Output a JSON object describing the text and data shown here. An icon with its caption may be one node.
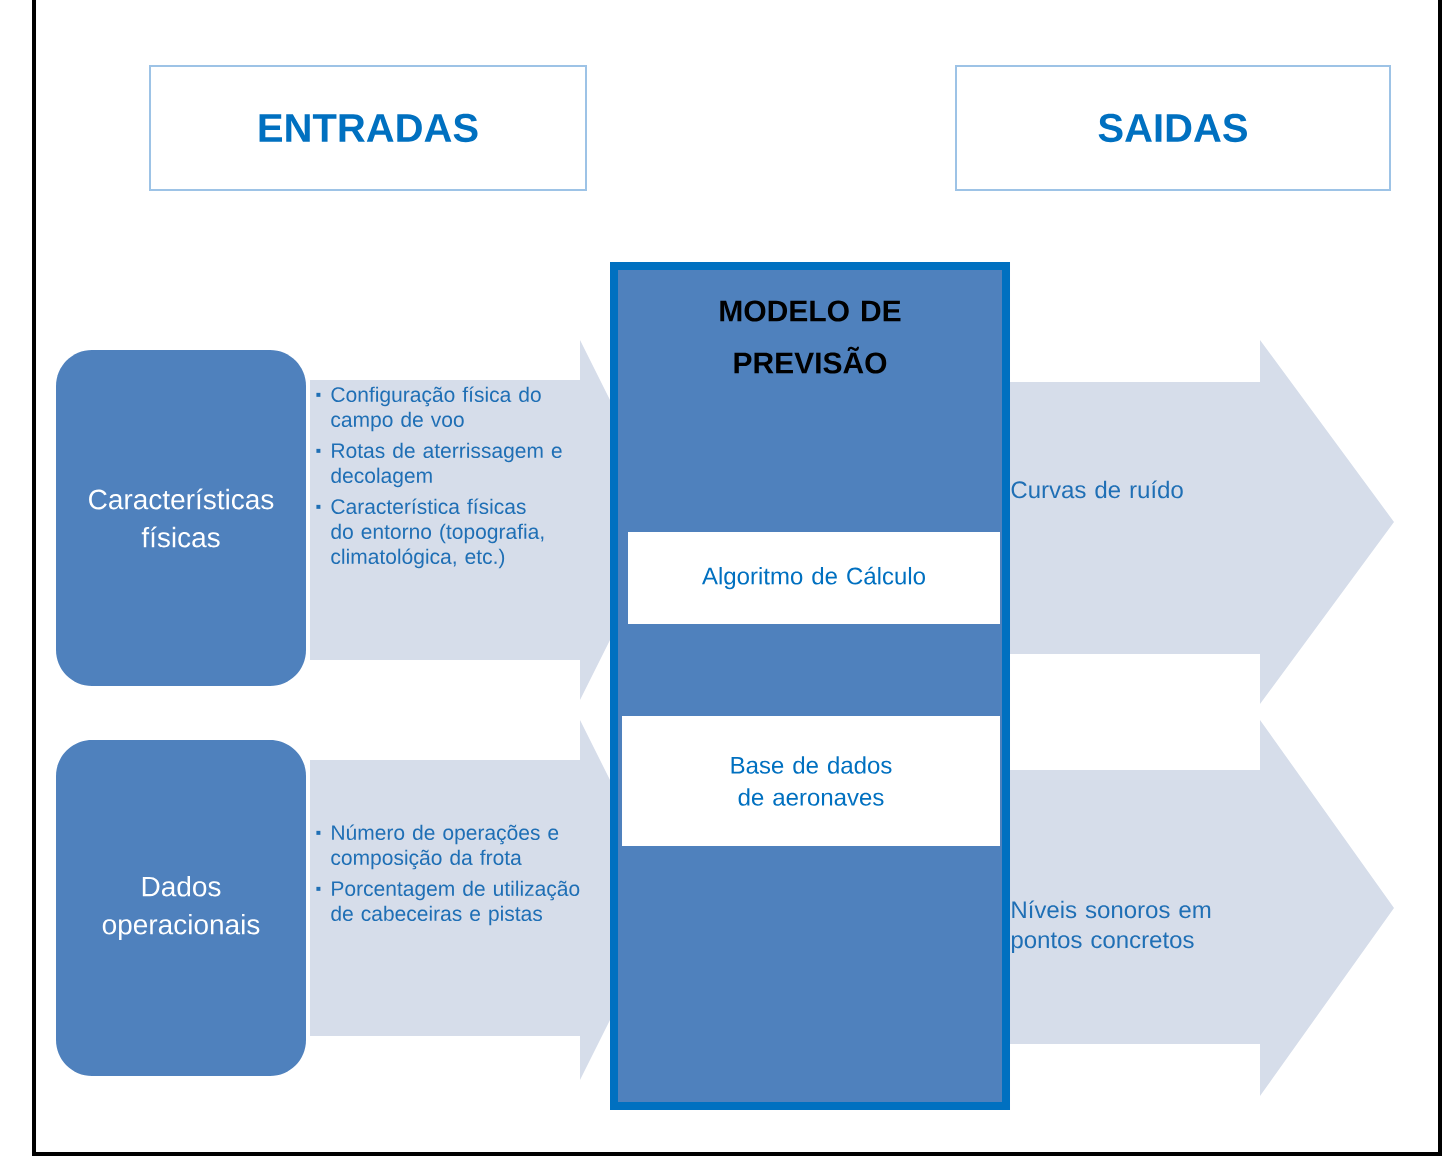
{
  "diagram": {
    "nodes": [
      {
        "text": [
          "ENTRADAS"
        ]
      },
      {
        "text": [
          "SAIDAS"
        ]
      },
      {
        "text": [
          "Características físicas"
        ]
      },
      {
        "text": [
          "Dados operacionais"
        ]
      },
      {
        "text": [
          "MODELO DE PREVISÃO"
        ]
      },
      {
        "text": [
          "Algoritmo de Cálculo"
        ],
        "in": 4
      },
      {
        "text": [
          "Base de dados de aeronaves"
        ],
        "in": 4
      },
      {
        "text": [
          "Configuração física do campo de voo",
          "Rotas de aterrissagem e decolagem",
          "Característica físicas do entorno (topografia, climatológica, etc.)"
        ]
      },
      {
        "text": [
          "Número de operações e composição da frota",
          "Porcentagem de utilização de cabeceiras e pistas"
        ]
      },
      {
        "text": [
          "Curvas de ruído"
        ]
      },
      {
        "text": [
          "Níveis sonoros em pontos concretos"
        ]
      }
    ]
  }
}
